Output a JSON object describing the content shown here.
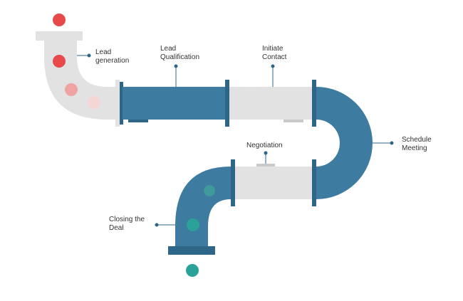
{
  "stages": [
    {
      "id": "lead-generation",
      "label": "Lead\ngeneration"
    },
    {
      "id": "lead-qualification",
      "label": "Lead\nQualification"
    },
    {
      "id": "initiate-contact",
      "label": "Initiate\nContact"
    },
    {
      "id": "schedule-meeting",
      "label": "Schedule\nMeeting"
    },
    {
      "id": "negotiation",
      "label": "Negotiation"
    },
    {
      "id": "closing-the-deal",
      "label": "Closing the\nDeal"
    }
  ],
  "colors": {
    "pipe_gray": "#e2e2e2",
    "pipe_blue": "#3d7ca0",
    "connector_dark": "#2e6688",
    "leader_line": "#2e6688",
    "dot_red": "#e84a4a",
    "dot_red_light": "#f0a3a3",
    "dot_red_pale": "#f6d5d5",
    "dot_teal": "#2aa29a",
    "dot_teal_mid": "#3f9a9a",
    "text": "#333333"
  }
}
